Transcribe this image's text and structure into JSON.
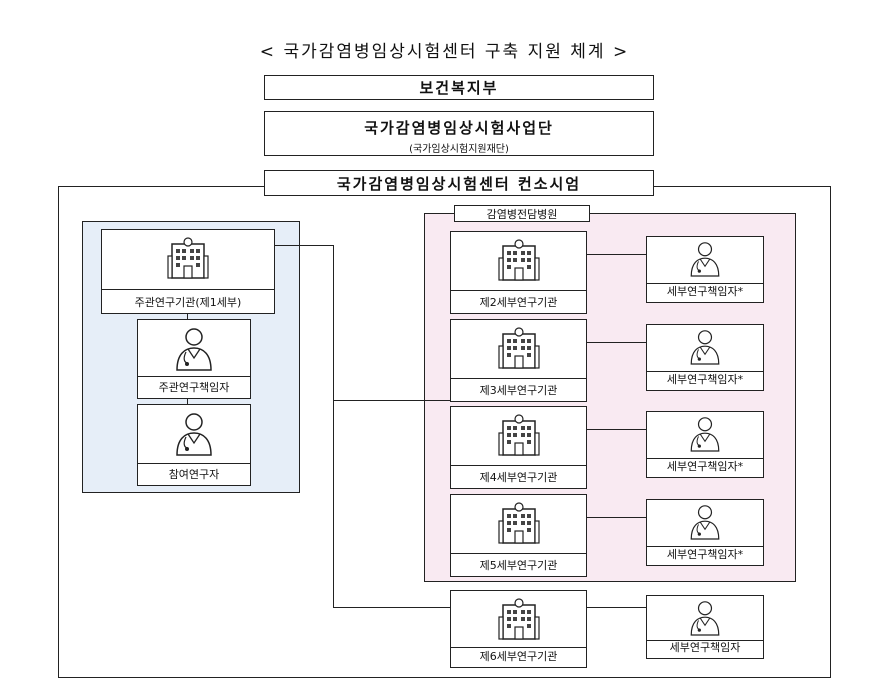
{
  "title": "< 국가감염병임상시험센터 구축 지원 체계 >",
  "ministry": "보건복지부",
  "agency": {
    "name": "국가감염병임상시험사업단",
    "sub": "(국가임상시험지원재단)"
  },
  "consortium": "국가감염병임상시험센터 컨소시엄",
  "hospital_tag": "감염병전담병원",
  "lead": {
    "institution": "주관연구기관(제1세부)",
    "investigator": "주관연구책임자",
    "participant": "참여연구자"
  },
  "sub_institutions": [
    {
      "institution": "제2세부연구기관",
      "investigator": "세부연구책임자*"
    },
    {
      "institution": "제3세부연구기관",
      "investigator": "세부연구책임자*"
    },
    {
      "institution": "제4세부연구기관",
      "investigator": "세부연구책임자*"
    },
    {
      "institution": "제5세부연구기관",
      "investigator": "세부연구책임자*"
    },
    {
      "institution": "제6세부연구기관",
      "investigator": "세부연구책임자"
    }
  ],
  "colors": {
    "lead_panel": "#e6eef8",
    "hospital_panel": "#f9eaf2",
    "line": "#222222"
  }
}
